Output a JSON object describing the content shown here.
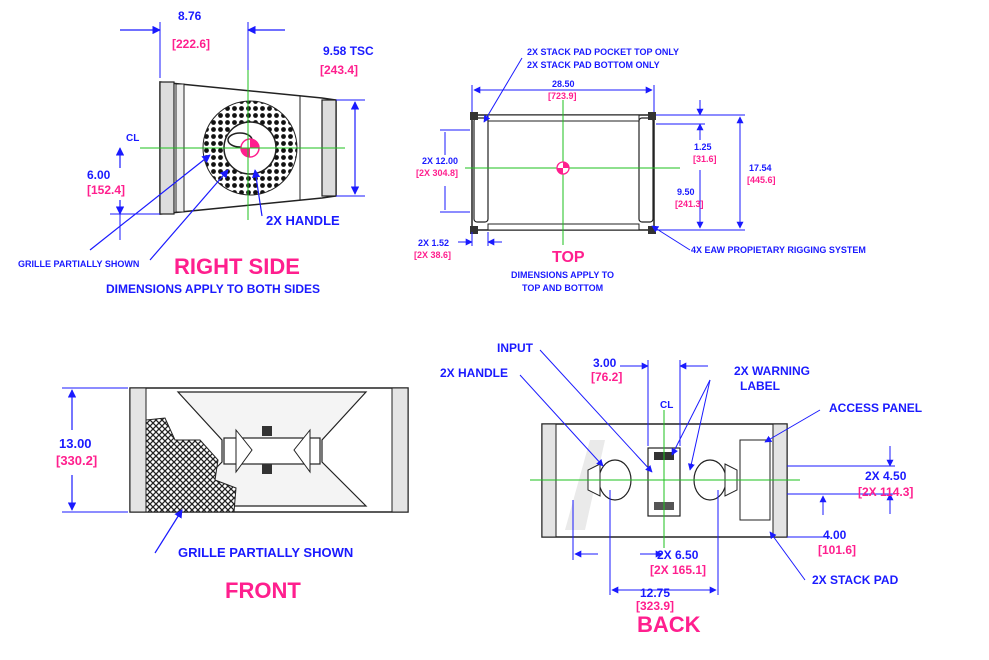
{
  "views": {
    "right_side": {
      "title": "RIGHT SIDE",
      "subtitle": "DIMENSIONS APPLY TO BOTH SIDES",
      "dim_width": "8.76",
      "dim_width_mm": "[222.6]",
      "dim_height": "9.58 TSC",
      "dim_height_mm": "[243.4]",
      "dim_center": "6.00",
      "dim_center_mm": "[152.4]",
      "callout_handle": "2X HANDLE",
      "callout_grille": "GRILLE PARTIALLY SHOWN",
      "centerline": "CL"
    },
    "top": {
      "title": "TOP",
      "subtitle_line1": "DIMENSIONS APPLY TO",
      "subtitle_line2": "TOP AND BOTTOM",
      "note_line1": "2X STACK PAD POCKET TOP ONLY",
      "note_line2": "2X STACK PAD BOTTOM ONLY",
      "dim_width": "28.50",
      "dim_width_mm": "[723.9]",
      "dim_left": "2X 12.00",
      "dim_left_mm": "[2X 304.8]",
      "dim_small": "1.25",
      "dim_small_mm": "[31.6]",
      "dim_depth": "17.54",
      "dim_depth_mm": "[445.6]",
      "dim_mid": "9.50",
      "dim_mid_mm": "[241.3]",
      "dim_pad": "2X 1.52",
      "dim_pad_mm": "[2X 38.6]",
      "callout_rigging": "4X EAW PROPIETARY RIGGING SYSTEM"
    },
    "front": {
      "title": "FRONT",
      "dim_height": "13.00",
      "dim_height_mm": "[330.2]",
      "callout_grille": "GRILLE PARTIALLY SHOWN"
    },
    "back": {
      "title": "BACK",
      "callout_input": "INPUT",
      "callout_handle": "2X HANDLE",
      "dim_input": "3.00",
      "dim_input_mm": "[76.2]",
      "callout_warning_line1": "2X WARNING",
      "callout_warning_line2": "LABEL",
      "callout_access": "ACCESS PANEL",
      "dim_right": "2X 4.50",
      "dim_right_mm": "[2X 114.3]",
      "dim_low": "4.00",
      "dim_low_mm": "[101.6]",
      "dim_handles": "2X 6.50",
      "dim_handles_mm": "[2X 165.1]",
      "dim_pads": "12.75",
      "dim_pads_mm": "[323.9]",
      "callout_stackpad": "2X STACK PAD",
      "centerline": "CL"
    }
  },
  "colors": {
    "dimension_text": "#1a1aff",
    "metric_text": "#ff1f8e",
    "centerline": "#1ec21e",
    "outline": "#222222"
  }
}
